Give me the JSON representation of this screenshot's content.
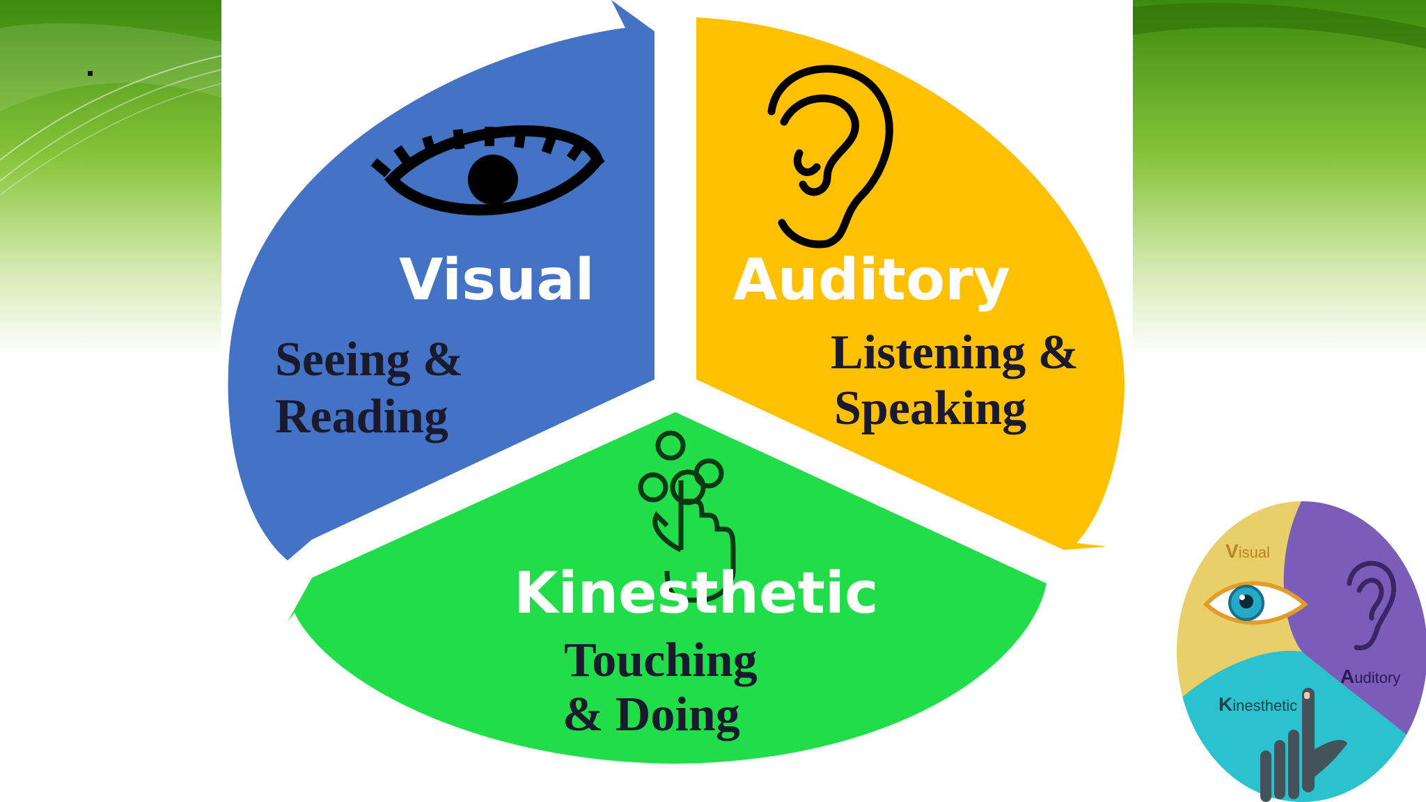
{
  "slide": {
    "bullet": "▪"
  },
  "diagram": {
    "visual": {
      "title": "Visual",
      "line1": "Seeing &",
      "line2": "Reading",
      "color": "#4472c4",
      "icon": "eye-icon"
    },
    "auditory": {
      "title": "Auditory",
      "line1": "Listening &",
      "line2": "Speaking",
      "color": "#ffc000",
      "icon": "ear-icon"
    },
    "kinesthetic": {
      "title": "Kinesthetic",
      "line1": "Touching",
      "line2": "& Doing",
      "color": "#22dd4a",
      "icon": "pointing-hand-icon"
    }
  },
  "thumbnail": {
    "visual_initial": "V",
    "visual_rest": "isual",
    "auditory_initial": "A",
    "auditory_rest": "uditory",
    "kinesthetic_initial": "K",
    "kinesthetic_rest": "inesthetic",
    "colors": {
      "visual": "#e8cf6a",
      "auditory": "#7b5cb8",
      "kinesthetic": "#2bc2cf"
    }
  }
}
